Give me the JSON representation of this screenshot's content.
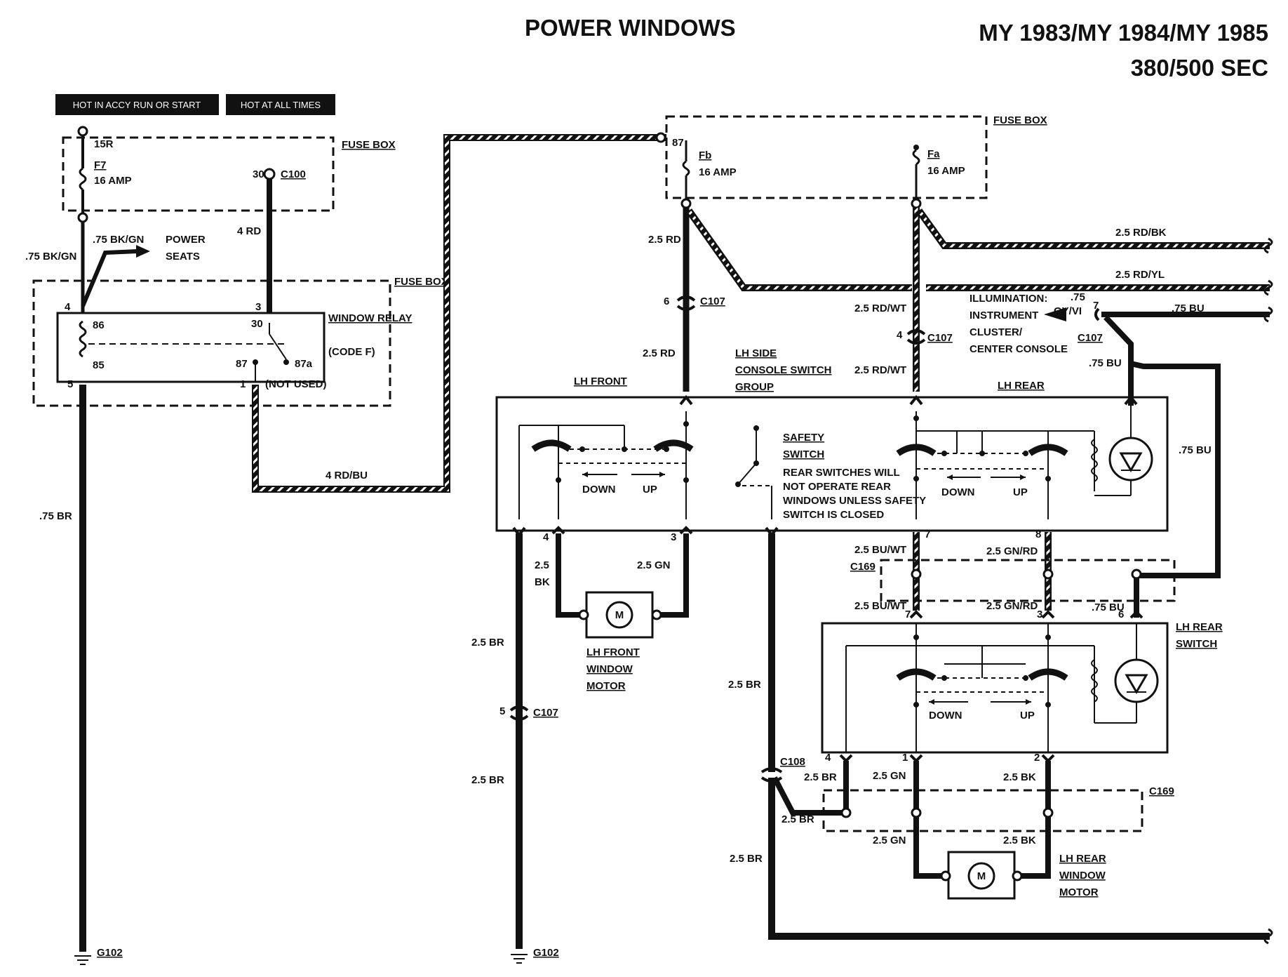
{
  "title": "POWER WINDOWS",
  "model_line1": "MY 1983/MY 1984/MY 1985",
  "model_line2": "380/500 SEC",
  "tags": {
    "hot_accy": "HOT IN ACCY  RUN OR START",
    "hot_always": "HOT AT ALL TIMES"
  },
  "left": {
    "fuse_box_top": "FUSE BOX",
    "pin_15r": "15R",
    "fuse_f7": "F7",
    "fuse_f7_amp": "16 AMP",
    "pin_30_c100": "30",
    "c100": "C100",
    "wire_75bkgn_left": ".75 BK/GN",
    "wire_75bkgn": ".75 BK/GN",
    "power_seats_1": "POWER",
    "power_seats_2": "SEATS",
    "wire_4rd": "4 RD",
    "fuse_box_relay": "FUSE BOX",
    "window_relay": "WINDOW RELAY",
    "code_f": "(CODE F)",
    "pin_4": "4",
    "pin_3": "3",
    "p86": "86",
    "p85": "85",
    "p30": "30",
    "p87": "87",
    "p87a": "87a",
    "pin_5": "5",
    "pin_1": "1",
    "not_used": "(NOT USED)",
    "wire_4rdbu": "4 RD/BU",
    "wire_75br": ".75 BR",
    "g102": "G102"
  },
  "top_fuse": {
    "fuse_box": "FUSE BOX",
    "pin_87": "87",
    "fb": "Fb",
    "fb_amp": "16 AMP",
    "fa": "Fa",
    "fa_amp": "16 AMP",
    "wire_25rd": "2.5 RD",
    "wire_25rdbk": "2.5 RD/BK",
    "wire_25rdyl": "2.5 RD/YL",
    "pin_6": "6",
    "c107a": "C107",
    "wire_25rdwt_a": "2.5 RD/WT",
    "pin_4": "4",
    "c107b": "C107",
    "wire_25rd_b": "2.5 RD",
    "wire_25rdwt_b": "2.5 RD/WT"
  },
  "illum": {
    "l1": "ILLUMINATION:",
    "l2": "INSTRUMENT",
    "l3": "CLUSTER/",
    "l4": "CENTER CONSOLE",
    "w75": ".75",
    "gyvi": "GY/VI",
    "pin_7": "7",
    "c107": "C107",
    "w75bu_a": ".75 BU",
    "w75bu_b": ".75 BU",
    "w75bu_c": ".75 BU"
  },
  "console": {
    "lh_front": "LH FRONT",
    "group_1": "LH SIDE",
    "group_2": "CONSOLE SWITCH",
    "group_3": "GROUP",
    "lh_rear": "LH REAR",
    "safety_1": "SAFETY",
    "safety_2": "SWITCH",
    "note_1": "REAR SWITCHES WILL",
    "note_2": "NOT OPERATE REAR",
    "note_3": "WINDOWS UNLESS SAFETY",
    "note_4": "SWITCH IS CLOSED",
    "down_a": "DOWN",
    "up_a": "UP",
    "down_b": "DOWN",
    "up_b": "UP"
  },
  "front_motor": {
    "pin_4": "4",
    "pin_3": "3",
    "w25bk_1": "2.5",
    "w25bk_2": "BK",
    "w25gn": "2.5 GN",
    "motor_1": "LH FRONT",
    "motor_2": "WINDOW",
    "motor_3": "MOTOR",
    "w25br_a": "2.5 BR",
    "pin_5": "5",
    "c107": "C107",
    "w25br_b": "2.5 BR",
    "g102": "G102",
    "w25br_c": "2.5 BR"
  },
  "rear": {
    "pin_7a": "7",
    "pin_8": "8",
    "w25buwt_a": "2.5 BU/WT",
    "w25gnrd_a": "2.5 GN/RD",
    "c169a": "C169",
    "w25buwt_b": "2.5 BU/WT",
    "w25gnrd_b": "2.5 GN/RD",
    "w75bu": ".75 BU",
    "pin_7b": "7",
    "pin_3": "3",
    "pin_6": "6",
    "rear_switch_1": "LH REAR",
    "rear_switch_2": "SWITCH",
    "down": "DOWN",
    "up": "UP",
    "c108": "C108",
    "pin_4": "4",
    "pin_1": "1",
    "pin_2": "2",
    "w25br_a": "2.5 BR",
    "w25gn_a": "2.5 GN",
    "w25bk_a": "2.5 BK",
    "c169b": "C169",
    "w25br_b": "2.5 BR",
    "w25gn_b": "2.5 GN",
    "w25bk_b": "2.5 BK",
    "w25br_c": "2.5 BR",
    "motor_1": "LH REAR",
    "motor_2": "WINDOW",
    "motor_3": "MOTOR"
  }
}
